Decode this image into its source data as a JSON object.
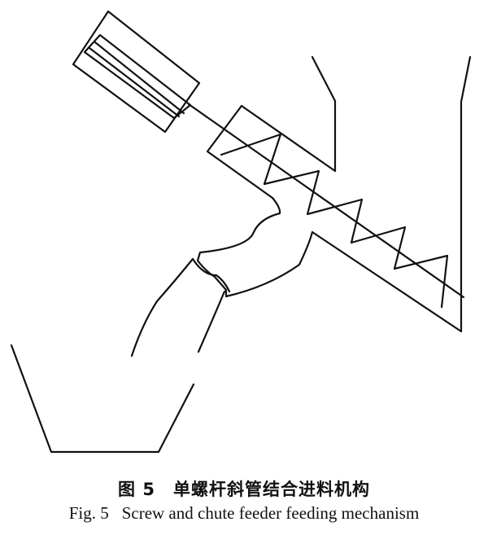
{
  "caption": {
    "cn_label": "图 5",
    "cn_title": "单螺杆斜管结合进料机构",
    "en_label": "Fig. 5",
    "en_title": "Screw and chute feeder feeding mechanism"
  },
  "colors": {
    "line": "#111111",
    "background": "#ffffff"
  }
}
